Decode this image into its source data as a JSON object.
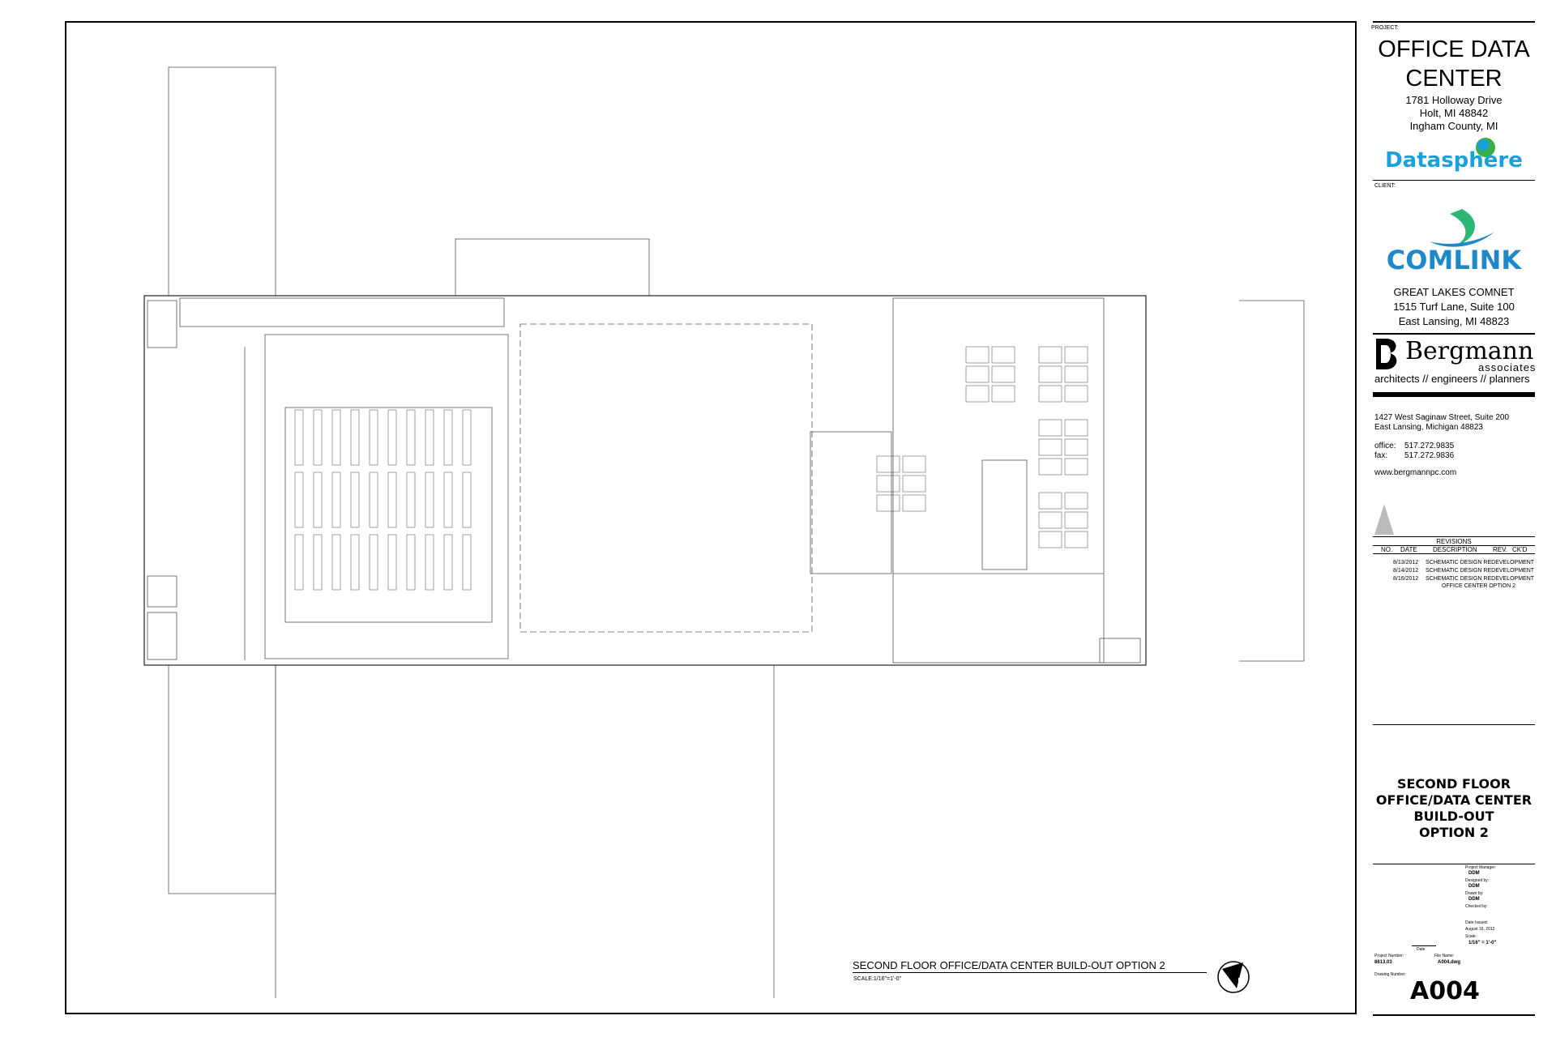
{
  "project": {
    "label": "PROJECT:",
    "title_line1": "OFFICE DATA",
    "title_line2": "CENTER",
    "address1": "1781 Holloway Drive",
    "address2": "Holt, MI  48842",
    "address3": "Ingham County, MI",
    "logo_text": "Datasphere"
  },
  "client": {
    "label": "CLIENT:",
    "logo_text": "COMLINK",
    "name": "GREAT LAKES COMNET",
    "address1": "1515 Turf Lane, Suite 100",
    "address2": "East Lansing, MI  48823"
  },
  "firm": {
    "name": "Bergmann",
    "subname": "associates",
    "tagline": "architects // engineers // planners",
    "address1": "1427 West Saginaw Street, Suite 200",
    "address2": "East Lansing, Michigan 48823",
    "office_label": "office:",
    "office_phone": "517.272.9835",
    "fax_label": "fax:",
    "fax_phone": "517.272.9836",
    "website": "www.bergmannpc.com"
  },
  "revisions": {
    "title": "REVISIONS",
    "headers": [
      "NO.",
      "DATE",
      "DESCRIPTION",
      "REV.",
      "CK'D"
    ],
    "rows": [
      {
        "date": "8/13/2012",
        "description": "SCHEMATIC DESIGN REDEVELOPMENT"
      },
      {
        "date": "8/14/2012",
        "description": "SCHEMATIC DESIGN REDEVELOPMENT"
      },
      {
        "date": "8/16/2012",
        "description": "SCHEMATIC DESIGN REDEVELOPMENT",
        "description2": "OFFICE CENTER OPTION 2"
      }
    ]
  },
  "sheet": {
    "title_line1": "SECOND FLOOR",
    "title_line2": "OFFICE/DATA CENTER",
    "title_line3": "BUILD-OUT",
    "title_line4": "OPTION 2"
  },
  "meta": {
    "project_manager_label": "Project Manager:",
    "project_manager": "DDM",
    "designed_by_label": "Designed by:",
    "designed_by": "DDM",
    "drawn_by_label": "Drawn by:",
    "drawn_by": "DDM",
    "checked_by_label": "Checked by:",
    "date_issued_label": "Date Issued:",
    "date_issued": "August 16, 2012",
    "scale_label": "Scale:",
    "scale": "1/16\" = 1'-0\"",
    "date_label": "Date",
    "project_number_label": "Project Number:",
    "project_number": "8613.03",
    "file_name_label": "File Name:",
    "file_name": "A004.dwg",
    "drawing_number_label": "Drawing Number:",
    "drawing_number": "A004"
  },
  "plan": {
    "caption": "SECOND FLOOR OFFICE/DATA CENTER BUILD-OUT OPTION 2",
    "scale": "SCALE:1/16\"=1'-0\"",
    "north_letter": "N"
  },
  "colors": {
    "datasphere_blue": "#1aa0dd",
    "datasphere_green": "#3cae49",
    "comlink_blue": "#1e88c8",
    "comlink_green": "#2bb673"
  }
}
